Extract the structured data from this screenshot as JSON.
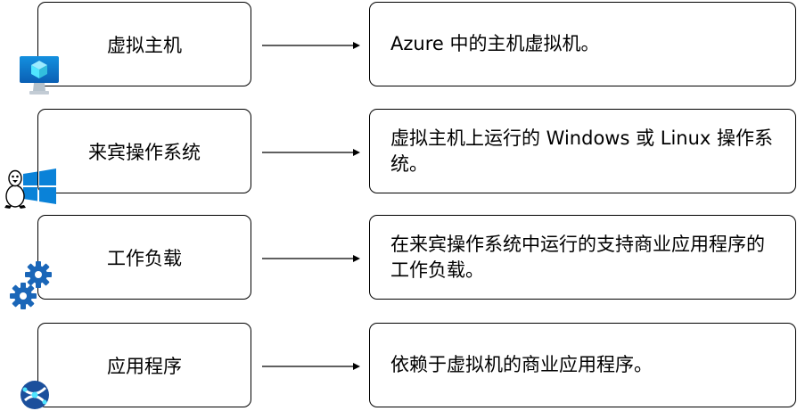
{
  "rows": [
    {
      "label": "虚拟主机",
      "description": "Azure 中的主机虚拟机。",
      "icon": "monitor-cube-icon"
    },
    {
      "label": "来宾操作系统",
      "description": "虚拟主机上运行的 Windows 或 Linux 操作系统。",
      "icon": "linux-windows-icon"
    },
    {
      "label": "工作负载",
      "description": "在来宾操作系统中运行的支持商业应用程序的工作负载。",
      "icon": "gears-icon"
    },
    {
      "label": "应用程序",
      "description": "依赖于虚拟机的商业应用程序。",
      "icon": "app-globe-icon"
    }
  ],
  "colors": {
    "azure_blue": "#0078d4",
    "light_blue": "#50e6ff",
    "windows_blue": "#0a82d8",
    "gear_blue": "#1a66b8",
    "border": "#000000"
  }
}
